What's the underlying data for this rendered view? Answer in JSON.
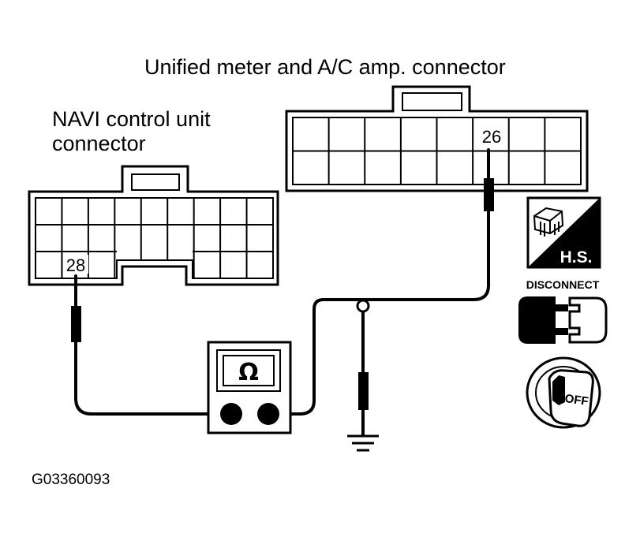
{
  "labels": {
    "meter_connector": "Unified meter and A/C amp. connector",
    "navi_connector_line1": "NAVI control unit",
    "navi_connector_line2": "connector",
    "figure_id": "G03360093"
  },
  "pins": {
    "meter_pin": "26",
    "navi_pin": "28"
  },
  "icons": {
    "hs_label": "H.S.",
    "disconnect_label": "DISCONNECT",
    "off_label": "OFF",
    "ohm_symbol": "Ω"
  },
  "colors": {
    "ink": "#000000",
    "paper": "#ffffff"
  }
}
